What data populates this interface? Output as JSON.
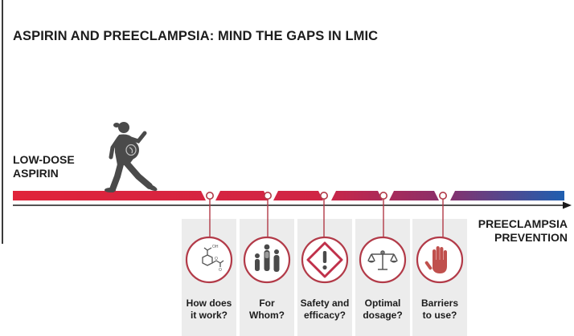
{
  "title": "ASPIRIN AND PREECLAMPSIA: MIND THE GAPS IN LMIC",
  "start_label": [
    "LOW-DOSE",
    "ASPIRIN"
  ],
  "end_label": [
    "PREECLAMPSIA",
    "PREVENTION"
  ],
  "colors": {
    "timeline_start": "#e0243a",
    "timeline_end": "#1f5fb0",
    "circle_border": "#b23a48",
    "card_bg": "#ececec",
    "hand": "#c0504d",
    "warning": "#c0304a"
  },
  "gaps": [
    {
      "label": [
        "How does",
        "it work?"
      ],
      "icon": "aspirin-molecule-icon"
    },
    {
      "label": [
        "For",
        "Whom?"
      ],
      "icon": "people-group-icon"
    },
    {
      "label": [
        "Safety and",
        "efficacy?"
      ],
      "icon": "warning-diamond-icon"
    },
    {
      "label": [
        "Optimal",
        "dosage?"
      ],
      "icon": "balance-scale-icon"
    },
    {
      "label": [
        "Barriers",
        "to use?"
      ],
      "icon": "stop-hand-icon"
    }
  ]
}
